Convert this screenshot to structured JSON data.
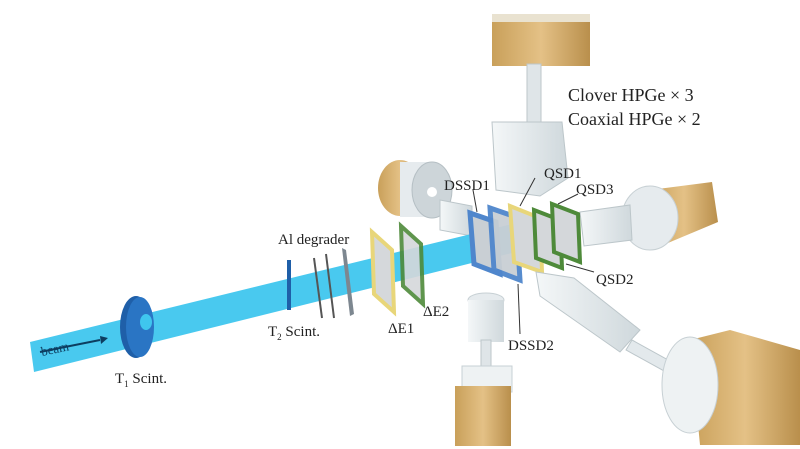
{
  "labels": {
    "beam": "beam",
    "t1": {
      "main": "T",
      "sub": "1",
      "rest": " Scint."
    },
    "t2": {
      "main": "T",
      "sub": "2",
      "rest": " Scint."
    },
    "al_degrader": "Al degrader",
    "de1": "ΔE1",
    "de2": "ΔE2",
    "dssd1": "DSSD1",
    "dssd2": "DSSD2",
    "qsd1": "QSD1",
    "qsd2": "QSD2",
    "qsd3": "QSD3",
    "clover": "Clover HPGe × 3",
    "coaxial": "Coaxial HPGe × 2"
  },
  "colors": {
    "beam": "#3fc6ee",
    "scint": "#1f5fa8",
    "de1_frame": "#e8d67a",
    "de2_frame": "#4e8a3a",
    "dssd_frame": "#4f86cc",
    "qsd1_frame": "#e8d67a",
    "qsd_frame": "#4e8a3a",
    "hpge_body": "#e9eef0",
    "hpge_cap": "#d6b06a"
  }
}
